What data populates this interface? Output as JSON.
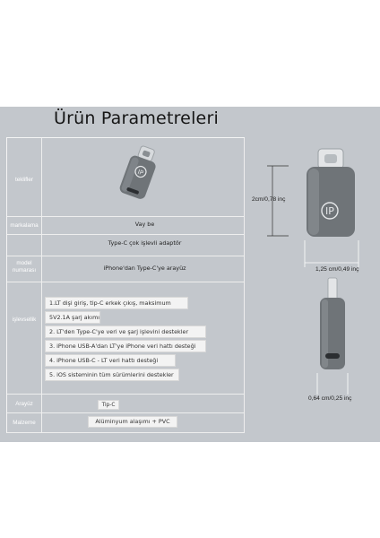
{
  "title": "Ürün Parametreleri",
  "rows": {
    "teklifler": {
      "label": "teklifler"
    },
    "markalama": {
      "label": "markalama",
      "value": "Vay be"
    },
    "adapter": {
      "value": "Type-C çok işlevli adaptör"
    },
    "model": {
      "label_line1": "model",
      "label_line2": "numarası",
      "value": "iPhone'dan Type-C'ye arayüz"
    },
    "islevsellik": {
      "label": "işlevsellik",
      "items": [
        "1.LT dişi giriş, tip-C erkek çıkış, maksimum",
        "5V2.1A şarj akımı",
        "2. LT'den Type-C'ye veri ve şarj işlevini destekler",
        "3. iPhone USB-A'dan LT'ye iPhone veri hattı desteği",
        "4. iPhone USB-C - LT veri hattı desteği",
        "5. iOS sisteminin tüm sürümlerini destekler"
      ]
    },
    "arayuz": {
      "label": "Arayüz",
      "value": "Tip-C"
    },
    "malzeme": {
      "label": "Malzeme",
      "value": "Alüminyum alaşımı + PVC"
    }
  },
  "measurements": {
    "height": "2cm/0,78 inç",
    "width": "1,25 cm/0,49 inç",
    "thickness": "0,64 cm/0,25 inç"
  },
  "colors": {
    "panel": "#c3c7cc",
    "adapter_body": "#6f7478",
    "connector": "#d9dcde"
  },
  "icons": [
    "adapter-product-image",
    "adapter-front-view",
    "adapter-side-view",
    "lightning-port-icon"
  ]
}
